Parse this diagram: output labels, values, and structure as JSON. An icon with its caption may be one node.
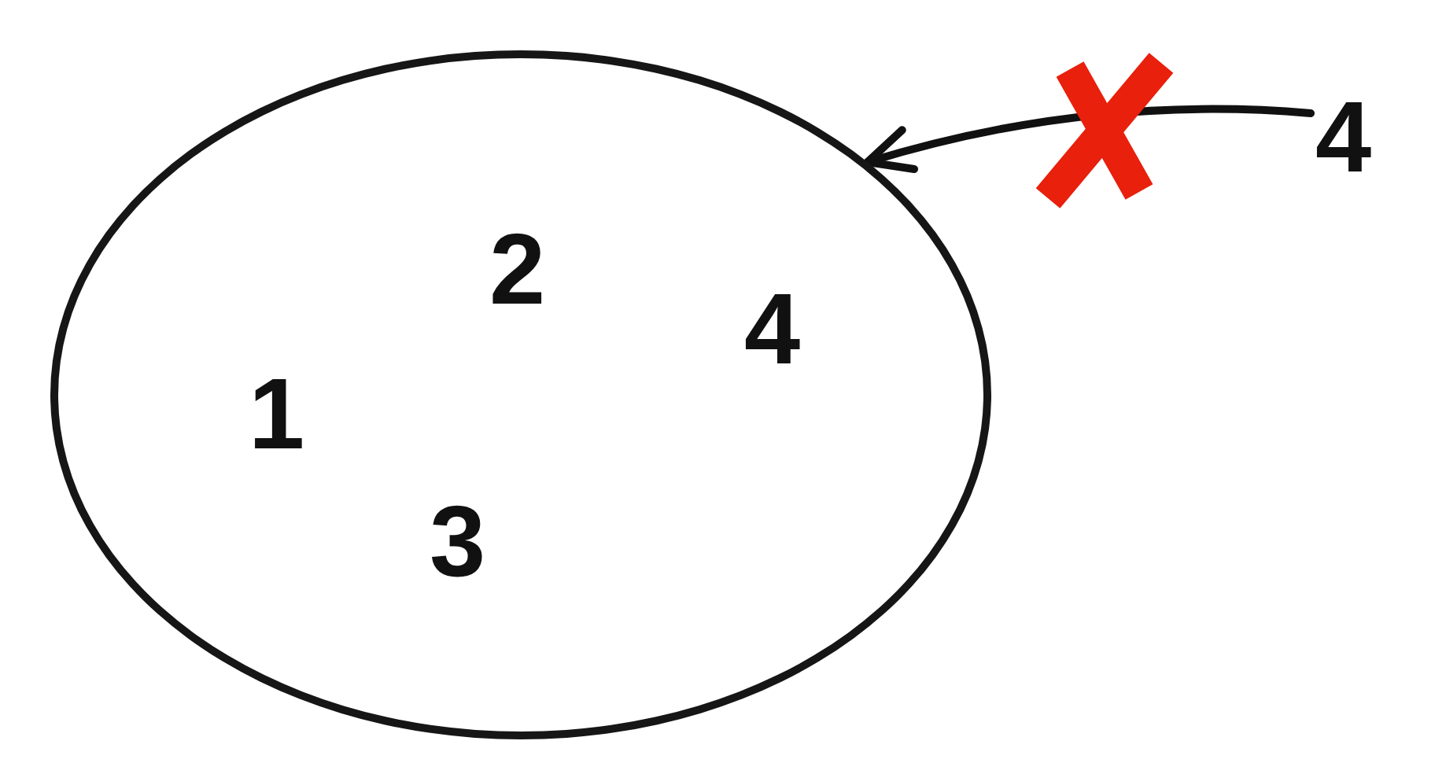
{
  "diagram": {
    "nodes": [
      {
        "text": [
          "2",
          "4",
          "1",
          "3"
        ]
      },
      {
        "text": [
          "4"
        ]
      }
    ],
    "edges": [
      {
        "from": 1,
        "to": 0,
        "arrow": "to"
      }
    ]
  }
}
